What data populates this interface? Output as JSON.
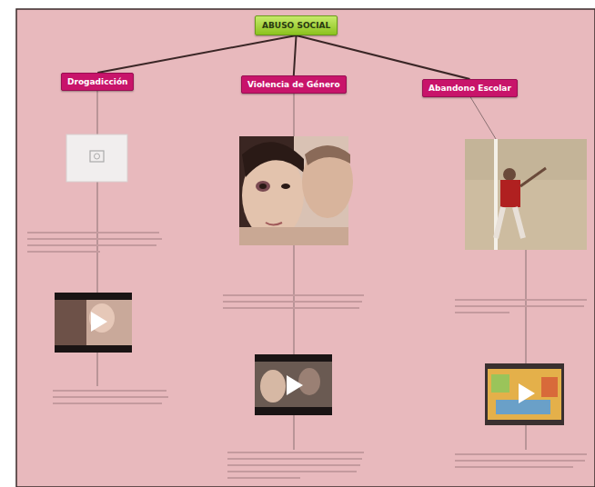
{
  "diagram": {
    "nodes": [
      {
        "text": [
          "ABUSO SOCIAL"
        ]
      },
      {
        "text": [
          "Drogadicción"
        ]
      },
      {
        "text": [
          "Violencia de Género"
        ]
      },
      {
        "text": [
          "Abandono Escolar"
        ]
      }
    ],
    "edges": [
      {
        "from": 0,
        "to": 1,
        "arrow": "none"
      },
      {
        "from": 0,
        "to": 2,
        "arrow": "none"
      },
      {
        "from": 0,
        "to": 3,
        "arrow": "none"
      }
    ]
  }
}
